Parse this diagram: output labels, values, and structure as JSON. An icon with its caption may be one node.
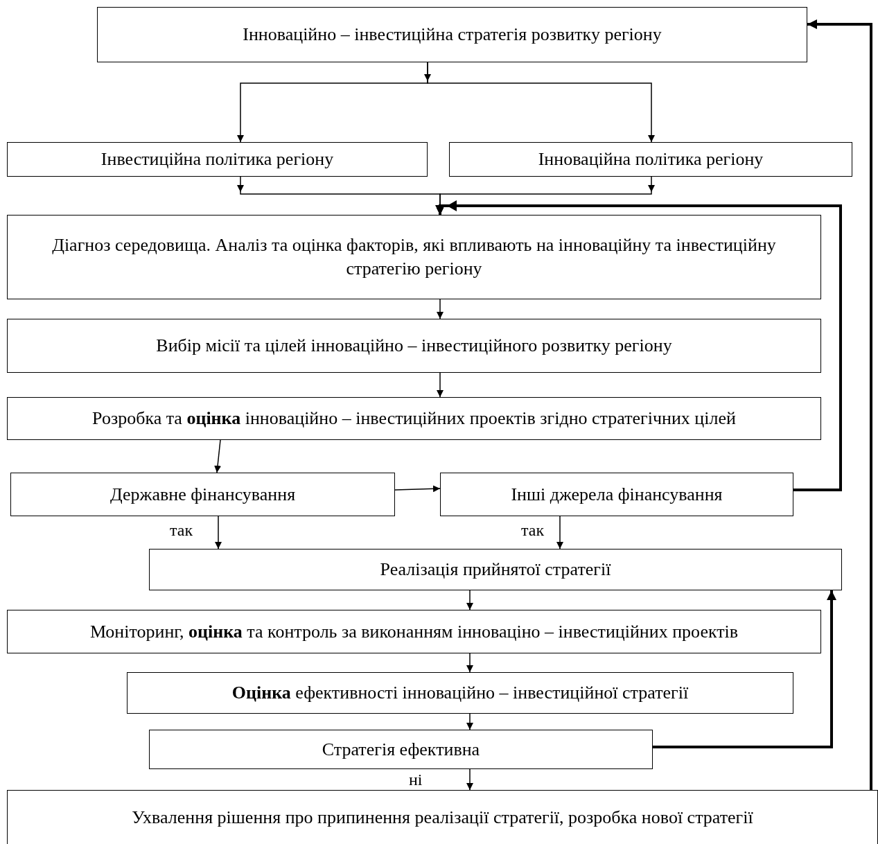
{
  "diagram": {
    "nodes": [
      {
        "text": [
          "Інноваційно – інвестиційна стратегія розвитку регіону"
        ]
      },
      {
        "text": [
          "Інвестиційна політика регіону"
        ]
      },
      {
        "text": [
          "Інноваційна політика регіону"
        ]
      },
      {
        "text": [
          "Діагноз середовища. Аналіз та оцінка факторів, які впливають на інноваційну та інвестиційну стратегію регіону"
        ]
      },
      {
        "text": [
          "Вибір місії та цілей інноваційно – інвестиційного розвитку регіону"
        ]
      },
      {
        "text": [
          "Розробка та **оцінка** інноваційно – інвестиційних проектів згідно стратегічних цілей"
        ]
      },
      {
        "text": [
          "Державне фінансування"
        ]
      },
      {
        "text": [
          "Інші джерела фінансування"
        ]
      },
      {
        "text": [
          "Реалізація прийнятої стратегії"
        ]
      },
      {
        "text": [
          "Моніторинг, **оцінка** та контроль за виконанням інноваціно – інвестиційних проектів"
        ]
      },
      {
        "text": [
          "**Оцінка** ефективності інноваційно – інвестиційної стратегії"
        ]
      },
      {
        "text": [
          "Стратегія ефективна"
        ]
      },
      {
        "text": [
          "Ухвалення рішення про припинення реалізації стратегії, розробка нової стратегії"
        ]
      }
    ],
    "edges": [
      {
        "from": 0,
        "to": 1,
        "arrow": "to"
      },
      {
        "from": 0,
        "to": 2,
        "arrow": "to"
      },
      {
        "from": 1,
        "to": 3,
        "arrow": "to"
      },
      {
        "from": 2,
        "to": 3,
        "arrow": "to"
      },
      {
        "from": 3,
        "to": 4,
        "arrow": "to"
      },
      {
        "from": 4,
        "to": 5,
        "arrow": "to"
      },
      {
        "from": 5,
        "to": 6,
        "arrow": "to"
      },
      {
        "from": 6,
        "to": 7,
        "arrow": "to"
      },
      {
        "from": 6,
        "to": 8,
        "arrow": "to",
        "label": "так"
      },
      {
        "from": 7,
        "to": 8,
        "arrow": "to",
        "label": "так"
      },
      {
        "from": 7,
        "to": 3,
        "arrow": "to",
        "style": "thick"
      },
      {
        "from": 8,
        "to": 9,
        "arrow": "to"
      },
      {
        "from": 9,
        "to": 10,
        "arrow": "to"
      },
      {
        "from": 10,
        "to": 11,
        "arrow": "to"
      },
      {
        "from": 11,
        "to": 8,
        "arrow": "to",
        "style": "thick"
      },
      {
        "from": 11,
        "to": 12,
        "arrow": "to",
        "label": "ні"
      },
      {
        "from": 12,
        "to": 0,
        "arrow": "to",
        "style": "thick"
      }
    ]
  }
}
